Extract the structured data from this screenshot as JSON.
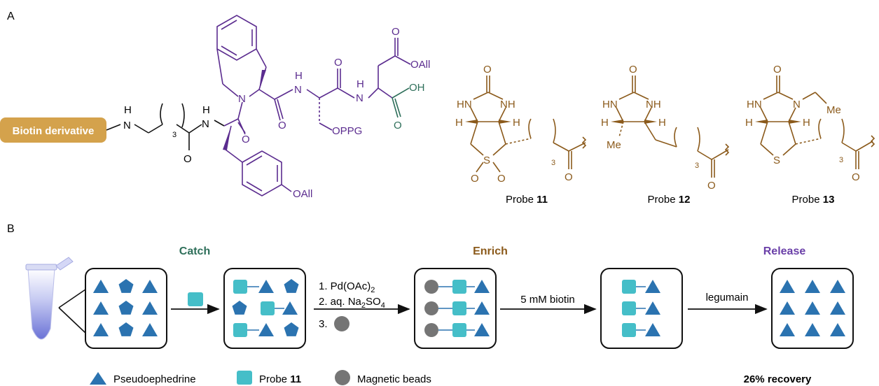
{
  "panel_a": {
    "label": "A",
    "tag": "Biotin derivative",
    "nh": "H",
    "n": "N",
    "o": "O",
    "sub3": "3",
    "oall": "OAll",
    "oppg": "OPPG",
    "oh": "OH",
    "hn": "HN",
    "nh_right": "NH",
    "h": "H",
    "me": "Me",
    "s": "S",
    "probe_word": "Probe",
    "probes": [
      "11",
      "12",
      "13"
    ]
  },
  "panel_b": {
    "label": "B",
    "stages": {
      "catch": "Catch",
      "enrich": "Enrich",
      "release": "Release"
    },
    "step1": "1. Pd(OAc)",
    "step1_sub": "2",
    "step2": "2. aq. Na",
    "step2_sub1": "2",
    "step2_mid": "SO",
    "step2_sub2": "4",
    "step3": "3.",
    "biotin_step": "5 mM biotin",
    "legumain_step": "legumain",
    "legend": {
      "pseudo": "Pseudoephedrine",
      "probe": "Probe ",
      "probe_num": "11",
      "beads": "Magnetic beads"
    },
    "recovery": "26% recovery"
  },
  "colors": {
    "purple": "#5b2c8f",
    "green": "#2e6f5a",
    "brown": "#8b5a1b",
    "gold": "#d4a24c",
    "blue": "#2b73b0",
    "cyan": "#45bec8",
    "gray": "#757575",
    "catch": "#2e6f5a",
    "enrich": "#8b5a1b",
    "release": "#6a3fa8"
  }
}
